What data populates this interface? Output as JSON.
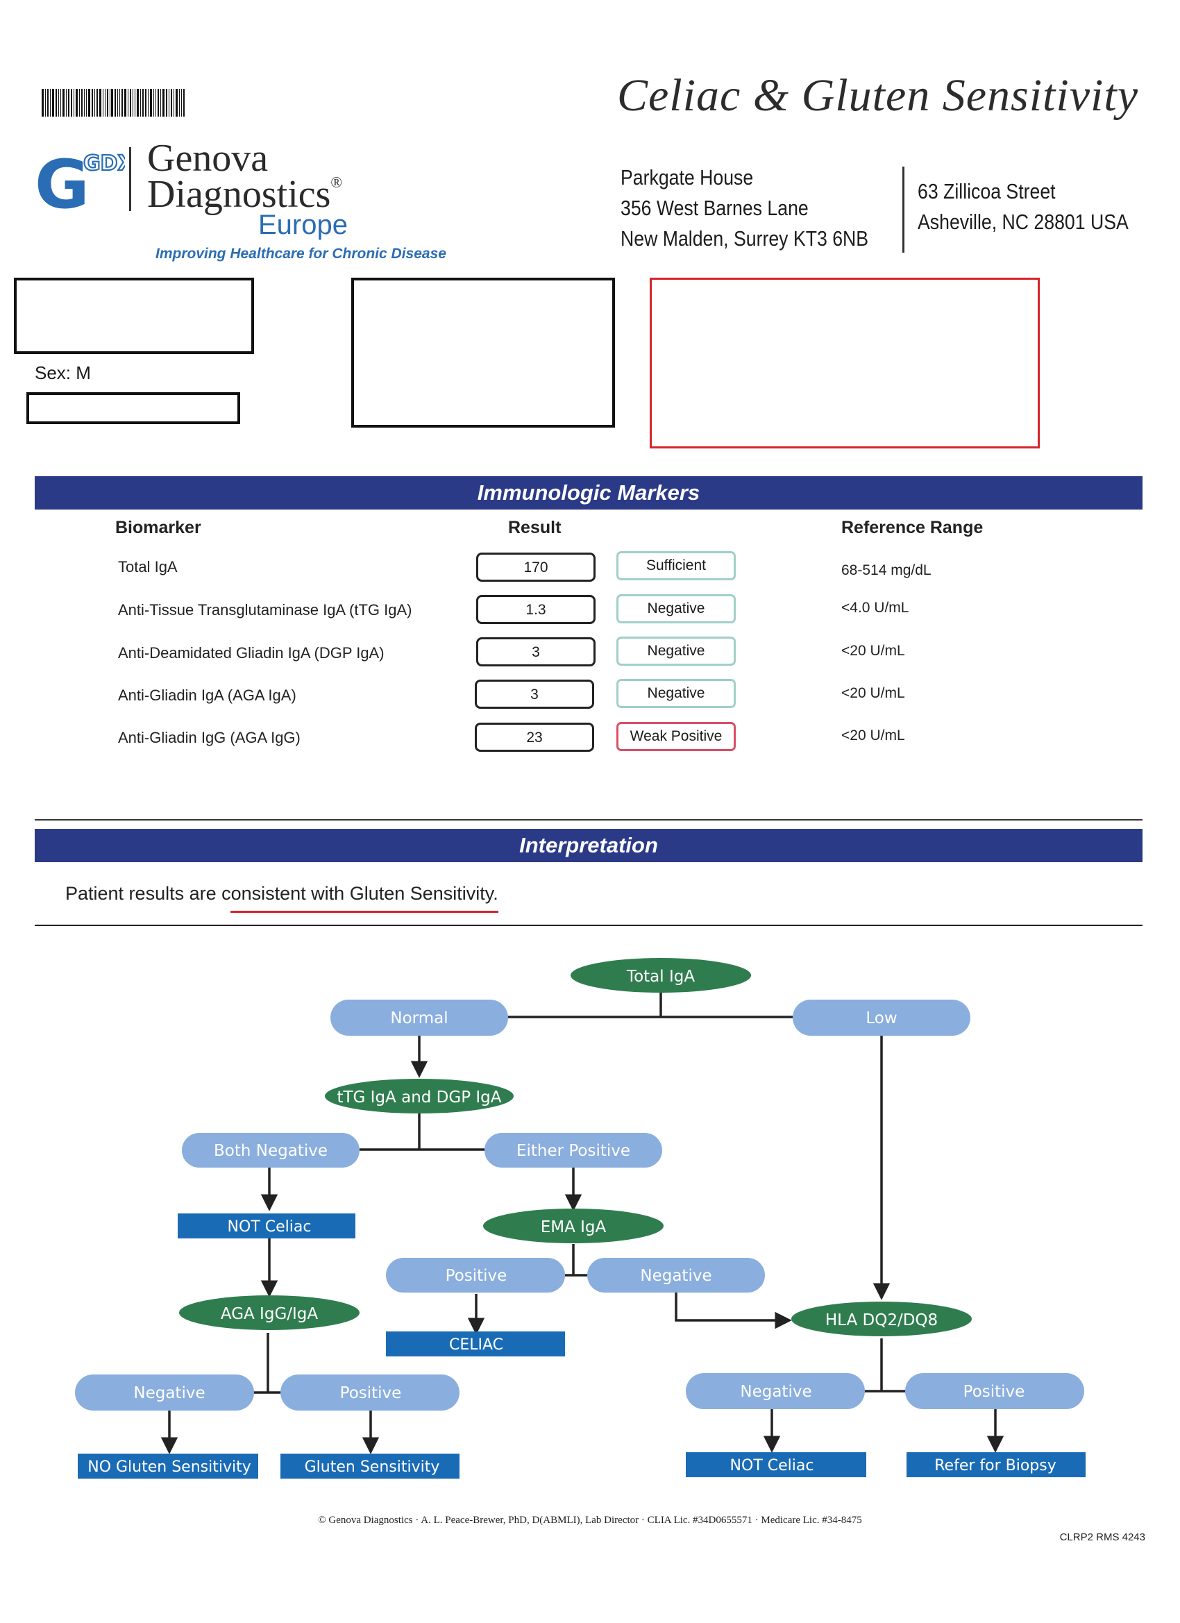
{
  "report": {
    "title": "Celiac & Gluten Sensitivity",
    "barcode": "barcode"
  },
  "lab": {
    "logo_mark": "GDX",
    "name_line1": "Genova",
    "name_line2": "Diagnostics",
    "registered": "®",
    "name_line3": "Europe",
    "tagline": "Improving Healthcare for Chronic Disease",
    "address_uk": [
      "Parkgate House",
      "356 West Barnes Lane",
      "New Malden,  Surrey KT3 6NB"
    ],
    "address_us": [
      "63 Zillicoa Street",
      "Asheville, NC 28801 USA"
    ]
  },
  "patient": {
    "sex_label": "Sex: M"
  },
  "colors": {
    "band": "#2b3a87",
    "green_ellipse": "#2f7d4f",
    "blue_pill": "#8aaede",
    "blue_rect": "#1a6bb5",
    "sufficient_border": "#9fd0c8",
    "weak_border": "#d94f64",
    "redaction_red": "#d8232a"
  },
  "markers": {
    "heading": "Immunologic Markers",
    "col_biomarker": "Biomarker",
    "col_result": "Result",
    "col_range": "Reference Range",
    "rows": [
      {
        "name": "Total IgA",
        "value": "170",
        "status": "Sufficient",
        "range": "68-514 mg/dL"
      },
      {
        "name": "Anti-Tissue Transglutaminase IgA (tTG IgA)",
        "value": "1.3",
        "status": "Negative",
        "range": "<4.0 U/mL"
      },
      {
        "name": "Anti-Deamidated Gliadin IgA (DGP IgA)",
        "value": "3",
        "status": "Negative",
        "range": "<20 U/mL"
      },
      {
        "name": "Anti-Gliadin IgA (AGA IgA)",
        "value": "3",
        "status": "Negative",
        "range": "<20 U/mL"
      },
      {
        "name": "Anti-Gliadin IgG (AGA IgG)",
        "value": "23",
        "status": "Weak Positive",
        "range": "<20 U/mL"
      }
    ]
  },
  "interpretation": {
    "heading": "Interpretation",
    "text": "Patient results are consistent with Gluten Sensitivity."
  },
  "flowchart": {
    "total_iga": "Total IgA",
    "normal": "Normal",
    "low": "Low",
    "ttg_dgp": "tTG IgA and DGP IgA",
    "both_negative": "Both Negative",
    "either_positive": "Either Positive",
    "not_celiac_1": "NOT Celiac",
    "ema_iga": "EMA IgA",
    "ema_positive": "Positive",
    "ema_negative": "Negative",
    "celiac": "CELIAC",
    "aga": "AGA IgG/IgA",
    "hla": "HLA DQ2/DQ8",
    "aga_negative": "Negative",
    "aga_positive": "Positive",
    "hla_negative": "Negative",
    "hla_positive": "Positive",
    "no_gluten": "NO Gluten Sensitivity",
    "gluten": "Gluten Sensitivity",
    "not_celiac_2": "NOT Celiac",
    "biopsy": "Refer for Biopsy"
  },
  "footer": {
    "credits": "© Genova Diagnostics · A. L. Peace-Brewer, PhD, D(ABMLI), Lab Director · CLIA Lic. #34D0655571 · Medicare Lic. #34-8475",
    "code": "CLRP2 RMS 4243"
  }
}
